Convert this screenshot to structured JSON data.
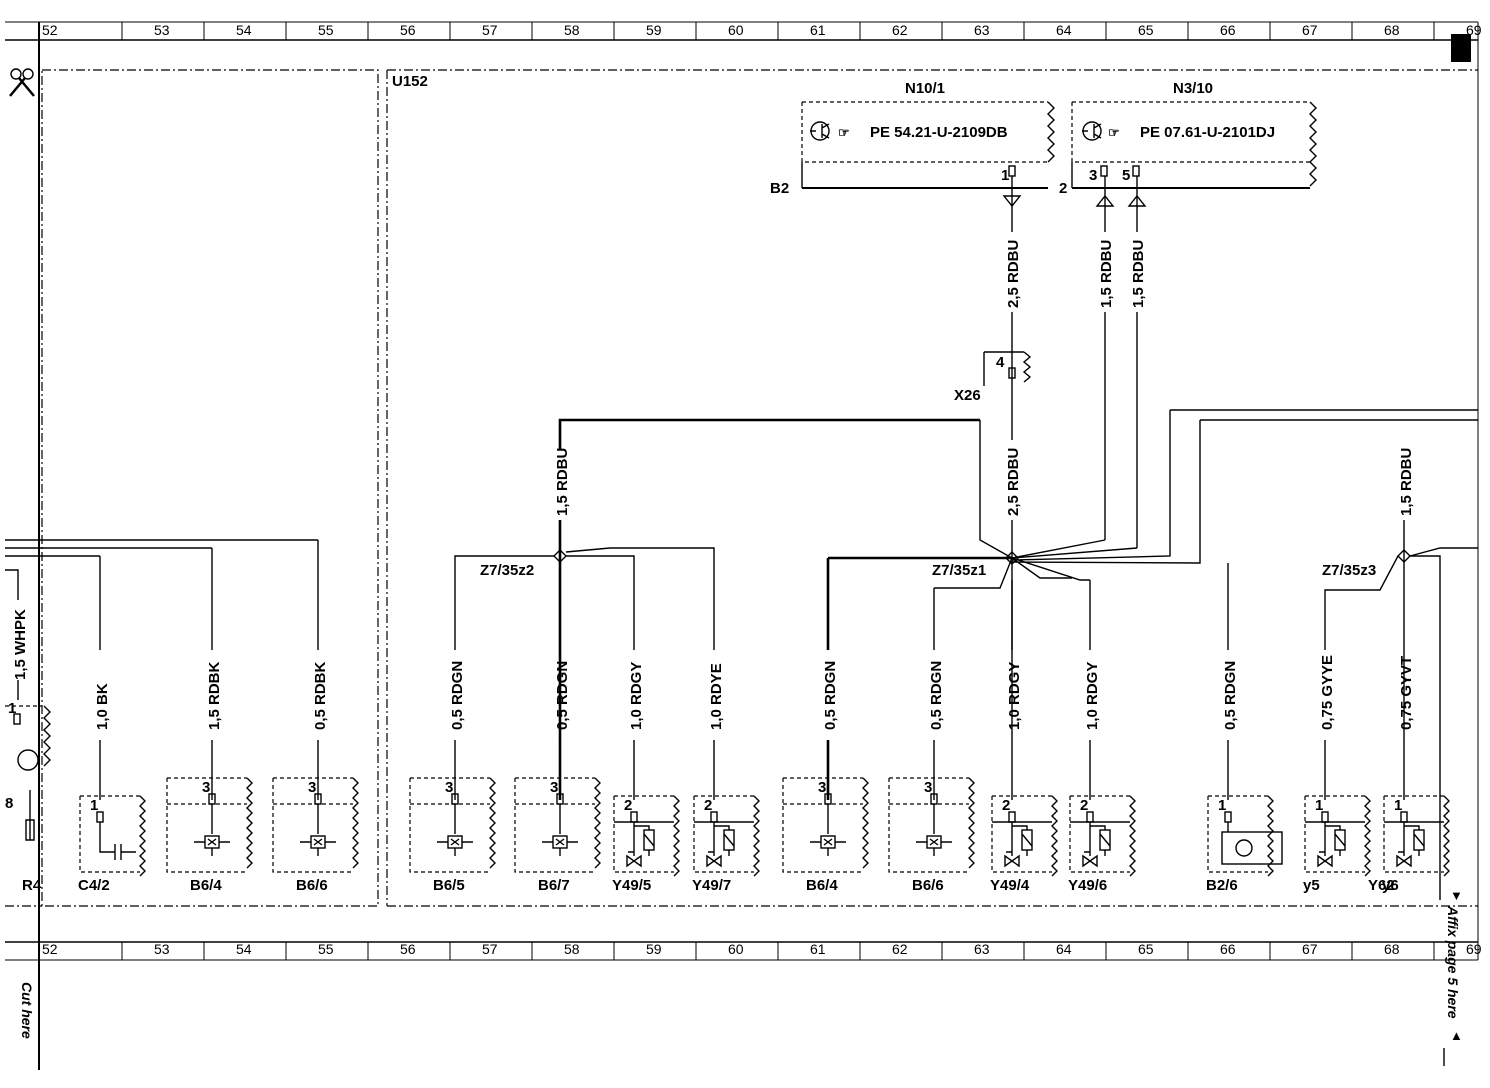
{
  "grid": {
    "columns": [
      "52",
      "53",
      "54",
      "55",
      "56",
      "57",
      "58",
      "59",
      "60",
      "61",
      "62",
      "63",
      "64",
      "65",
      "66",
      "67",
      "68",
      "69"
    ]
  },
  "module": {
    "label": "U152"
  },
  "units": {
    "n10": {
      "label": "N10/1",
      "ref": "PE 54.21-U-2109DB",
      "ground": "B2",
      "pin": "1"
    },
    "n3": {
      "label": "N3/10",
      "ref": "PE 07.61-U-2101DJ",
      "ground": "2",
      "pin_a": "3",
      "pin_b": "5"
    }
  },
  "connector_x26": {
    "label": "X26",
    "pin": "4"
  },
  "splices": {
    "z2": "Z7/35z2",
    "z1": "Z7/35z1",
    "z3": "Z7/35z3"
  },
  "wires": {
    "top_a": "2,5 RDBU",
    "top_b": "1,5 RDBU",
    "top_c": "1,5 RDBU",
    "mid_a": "2,5 RDBU",
    "mid_z2": "1,5 RDBU",
    "mid_z3": "1,5 RDBU",
    "left_whpk": "1,5 WHPK"
  },
  "components": [
    {
      "wire": "1,0 BK",
      "pin": "1",
      "label": "C4/2"
    },
    {
      "wire": "1,5 RDBK",
      "pin": "3",
      "label": "B6/4"
    },
    {
      "wire": "0,5 RDBK",
      "pin": "3",
      "label": "B6/6"
    },
    {
      "wire": "0,5 RDGN",
      "pin": "3",
      "label": "B6/5"
    },
    {
      "wire": "0,5 RDGN",
      "pin": "3",
      "label": "B6/7"
    },
    {
      "wire": "1,0 RDGY",
      "pin": "2",
      "label": "Y49/5"
    },
    {
      "wire": "1,0 RDYE",
      "pin": "2",
      "label": "Y49/7"
    },
    {
      "wire": "0,5 RDGN",
      "pin": "3",
      "label": "B6/4"
    },
    {
      "wire": "0,5 RDGN",
      "pin": "3",
      "label": "B6/6"
    },
    {
      "wire": "1,0 RDGY",
      "pin": "2",
      "label": "Y49/4"
    },
    {
      "wire": "1,0 RDGY",
      "pin": "2",
      "label": "Y49/6"
    },
    {
      "wire": "0,5 RDGN",
      "pin": "1",
      "label": "B2/6"
    },
    {
      "wire": "0,75 GYYE",
      "pin": "1",
      "label": "y5"
    },
    {
      "wire": "0,75 GYVT",
      "pin": "1",
      "label": "y6"
    }
  ],
  "extra_labels": {
    "r4": "R4",
    "y62": "Y62",
    "pin8": "8",
    "pin1": "1"
  },
  "edge": {
    "cut_here": "Cut here",
    "affix": "Affix page 5 here",
    "arrow_up": "▲",
    "arrow_down": "▼"
  }
}
